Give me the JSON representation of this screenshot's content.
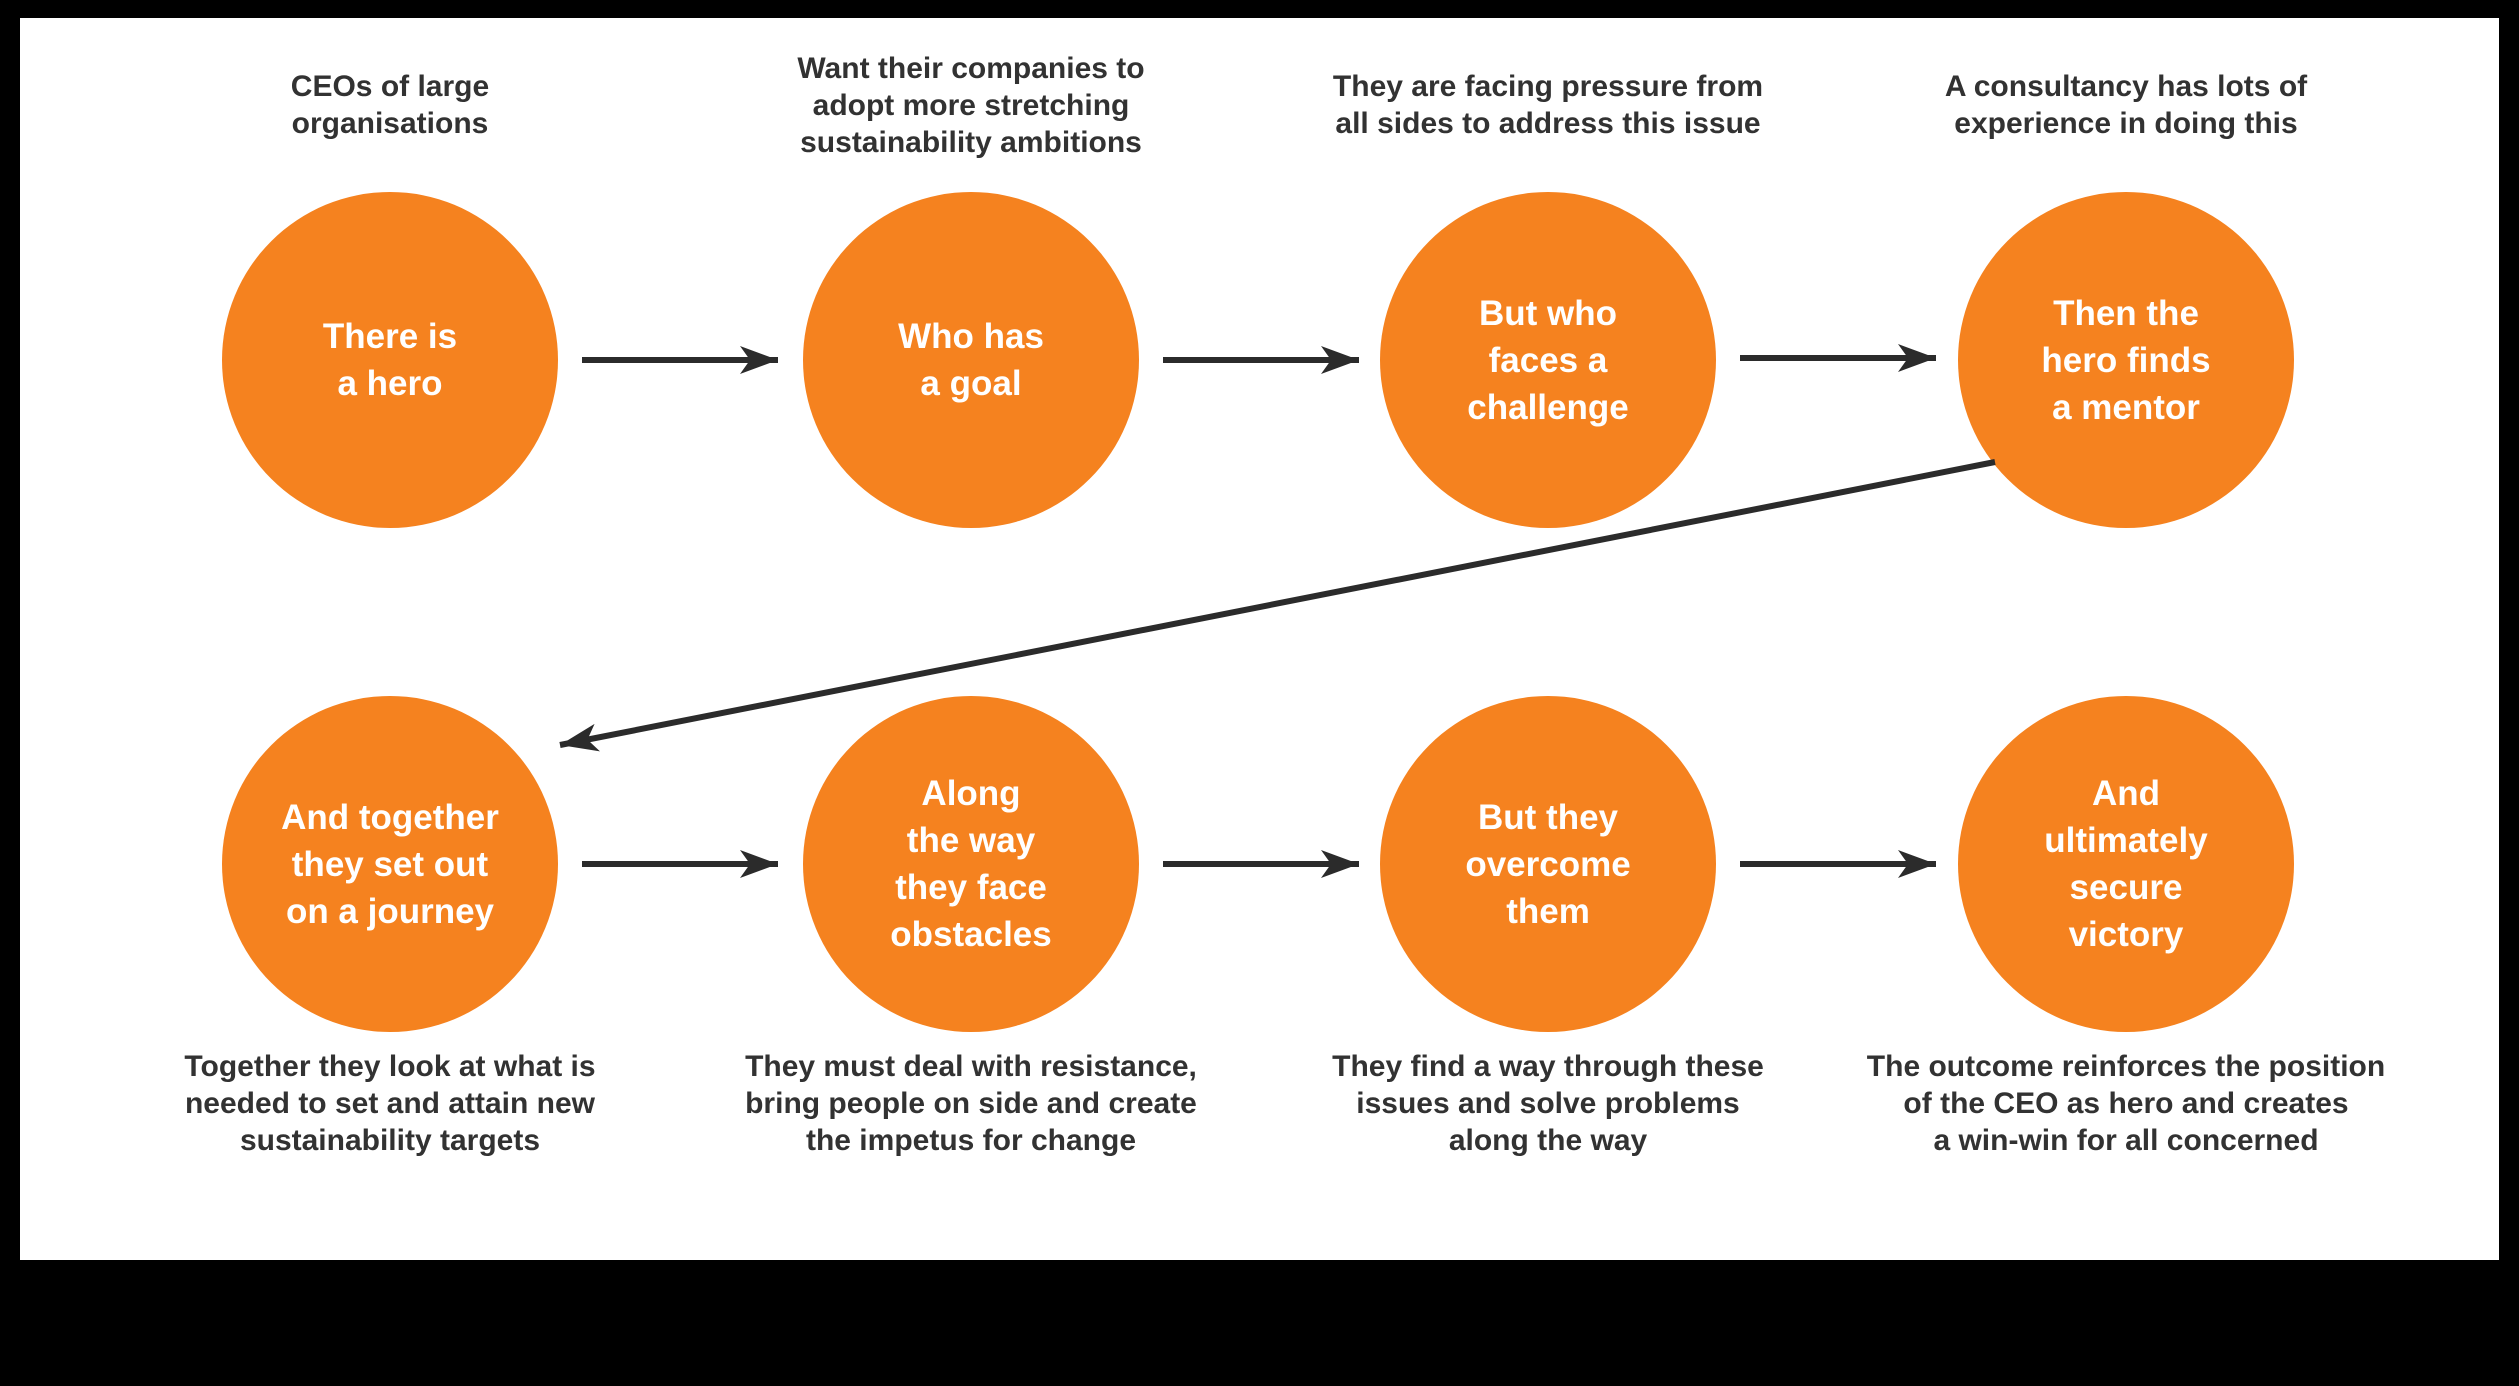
{
  "title": "Hero's journey sustainability consulting diagram",
  "colors": {
    "circle_fill": "#F5821F",
    "circle_text": "#FFFFFF",
    "caption_text": "#323232",
    "arrow": "#2B2B2B",
    "panel_background": "#FFFFFF",
    "page_background": "#000000"
  },
  "rows": [
    {
      "steps": [
        {
          "caption": "CEOs of large\norganisations",
          "circle": "There is\na hero"
        },
        {
          "caption": "Want their companies to\nadopt more stretching\nsustainability ambitions",
          "circle": "Who has\na goal"
        },
        {
          "caption": "They are facing pressure from\nall sides to address this issue",
          "circle": "But who\nfaces a\nchallenge"
        },
        {
          "caption": "A consultancy has lots of\nexperience in doing this",
          "circle": "Then the\nhero finds\na mentor"
        }
      ]
    },
    {
      "steps": [
        {
          "circle": "And together\nthey set out\non a journey",
          "caption": "Together they look at what is\nneeded to set and attain new\nsustainability targets"
        },
        {
          "circle": "Along\nthe way\nthey face\nobstacles",
          "caption": "They must deal with resistance,\nbring people on side and create\nthe impetus for change"
        },
        {
          "circle": "But they\novercome\nthem",
          "caption": "They find a way through these\nissues and solve problems\nalong the way"
        },
        {
          "circle": "And\nultimately\nsecure\nvictory",
          "caption": "The outcome reinforces the position\nof the CEO as hero and creates\na win-win for all concerned"
        }
      ]
    }
  ]
}
